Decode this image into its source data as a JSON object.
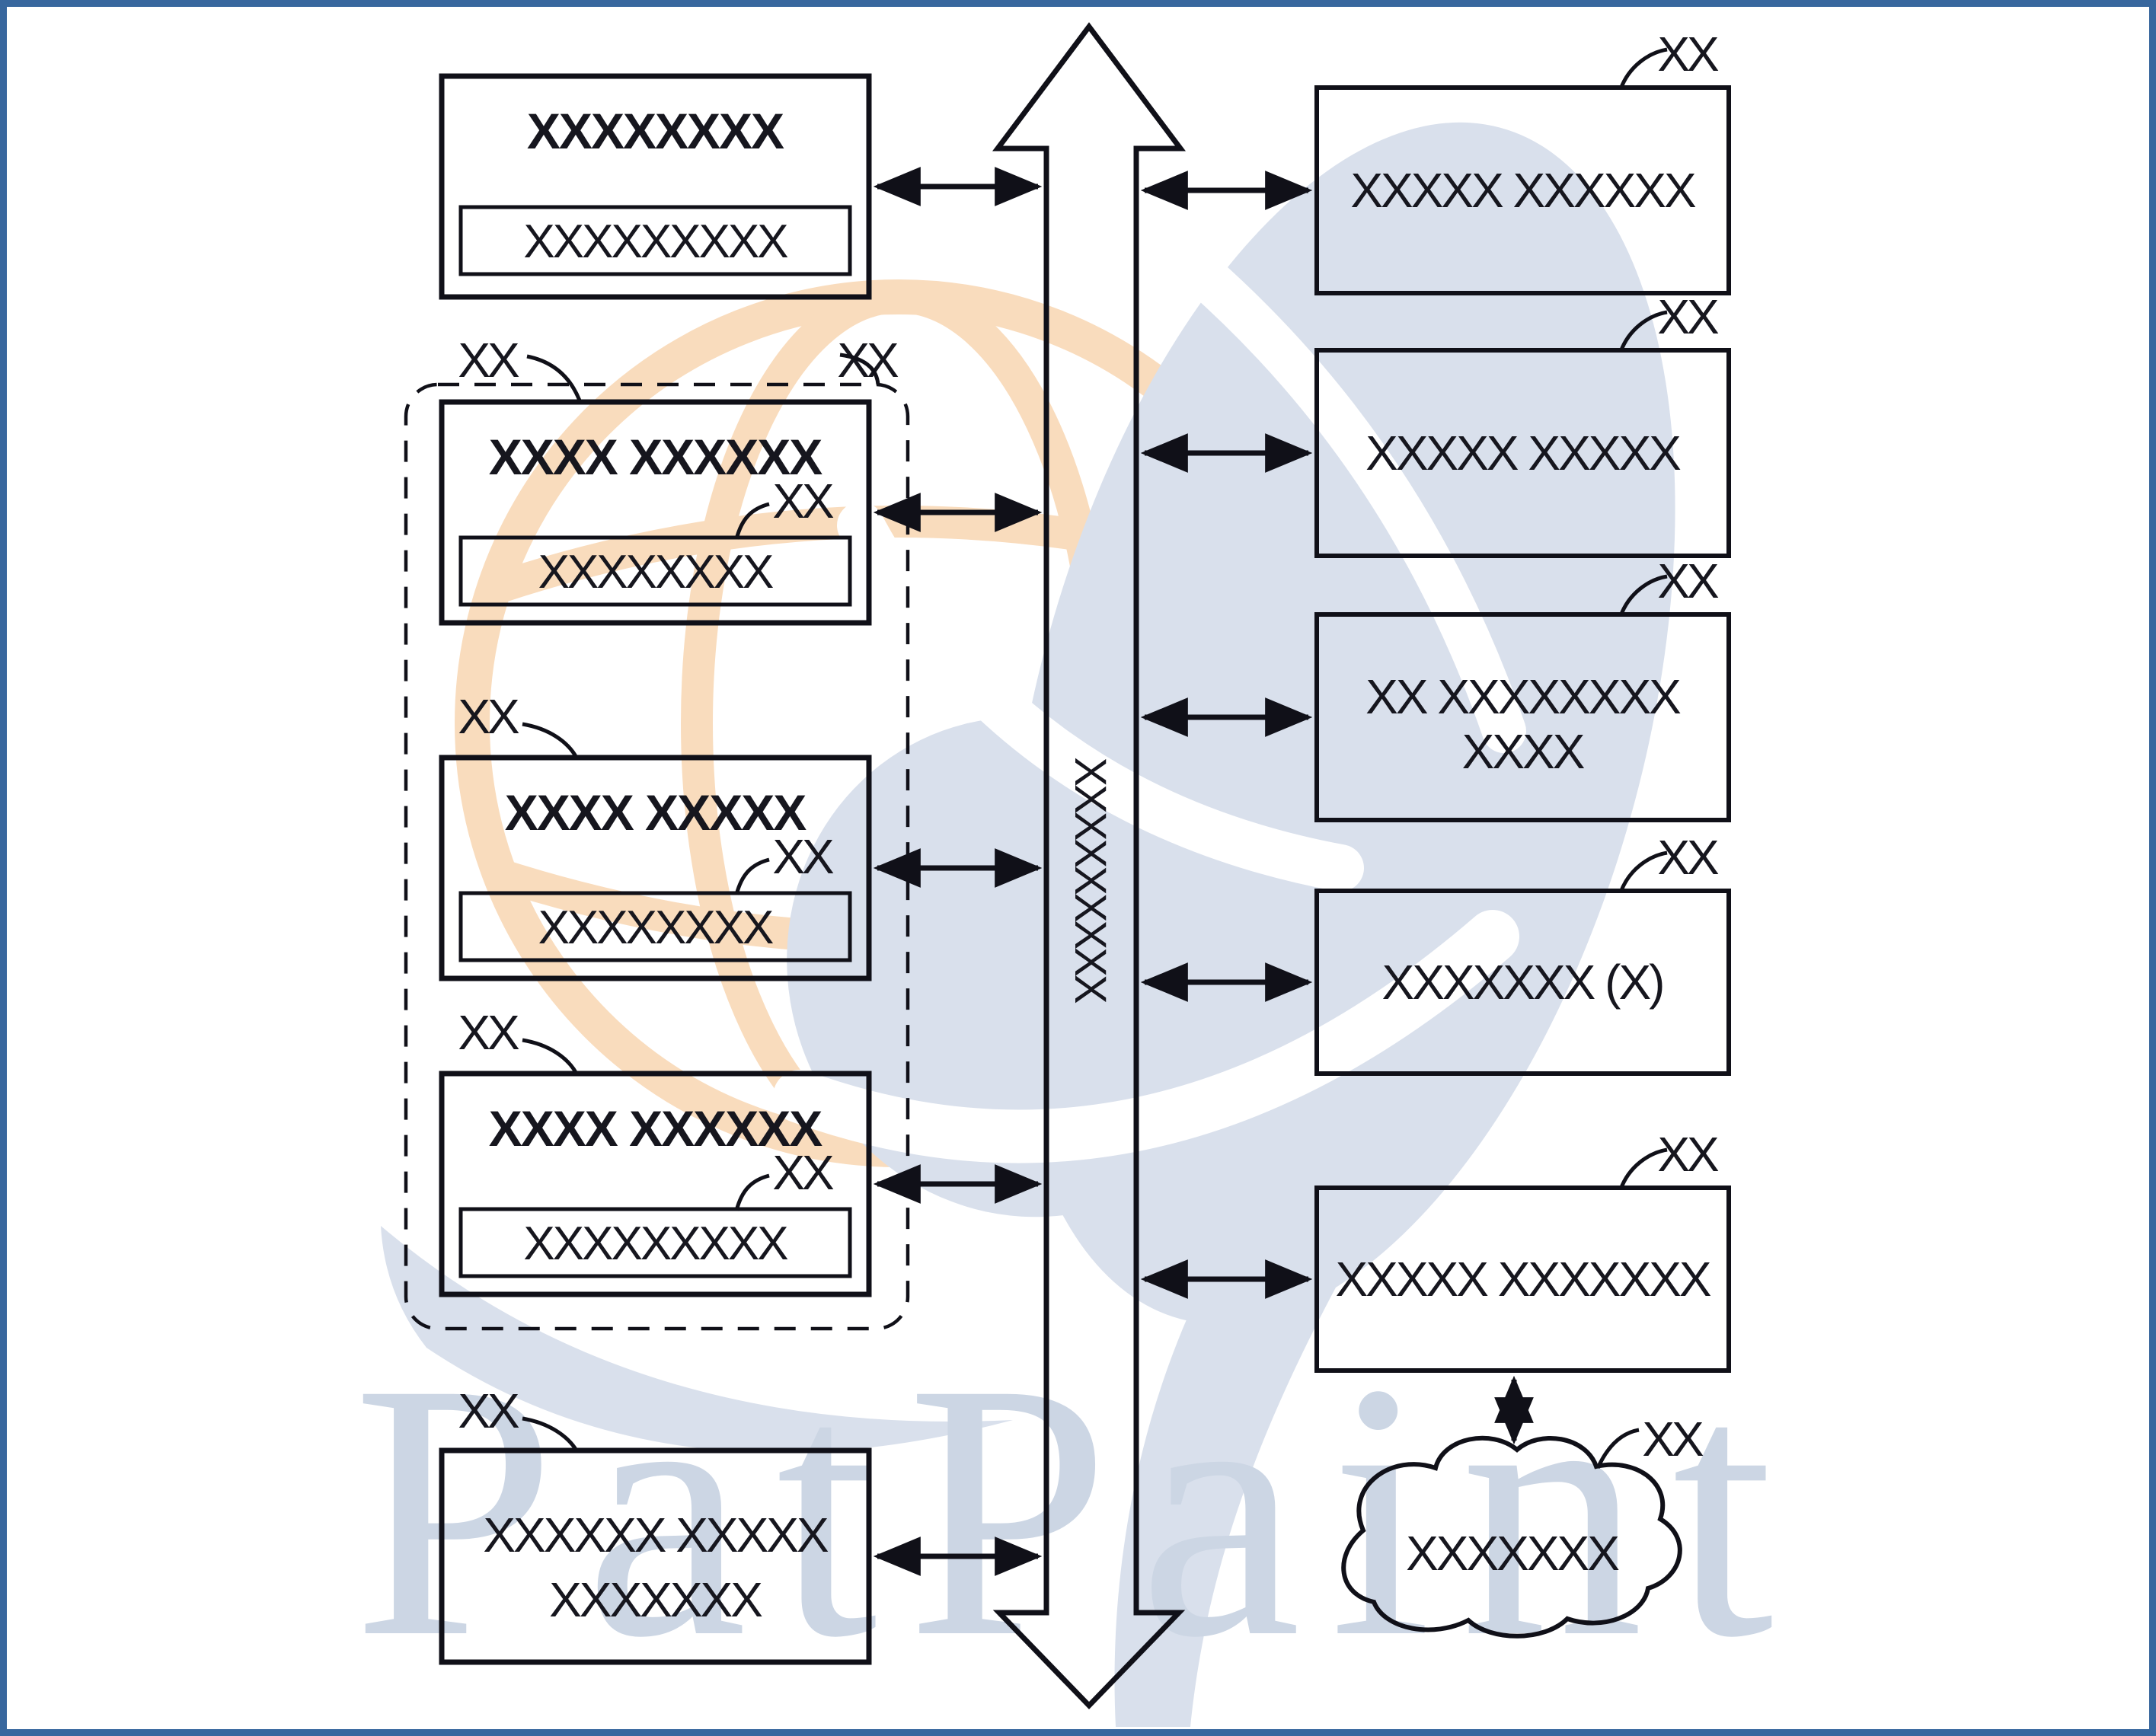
{
  "figure": {
    "watermark_text": "PatPaint",
    "bus_vertical_label": "XXXXXXXXX"
  },
  "left": {
    "top_box": {
      "title": "XXXXXXXX",
      "inner_text": "XXXXXXXXX"
    },
    "group_label_left": "XX",
    "group_label_right": "XX",
    "boxes": [
      {
        "title": "XXXX XXXXXX",
        "inner_text": "XXXXXXXX",
        "inner_label": "XX"
      },
      {
        "top_label": "XX",
        "title": "XXXX XXXXX",
        "inner_text": "XXXXXXXX",
        "inner_label": "XX"
      },
      {
        "top_label": "XX",
        "title": "XXXX XXXXXX",
        "inner_text": "XXXXXXXXX",
        "inner_label": "XX"
      }
    ],
    "bottom_box": {
      "top_label": "XX",
      "line1": "XXXXXX XXXXX",
      "line2": "XXXXXXX"
    }
  },
  "right": {
    "boxes": [
      {
        "label": "XX",
        "line1": "XXXXX XXXXXX"
      },
      {
        "label": "XX",
        "line1": "XXXXX XXXXX"
      },
      {
        "label": "XX",
        "line1": "XX XXXXXXXX",
        "line2": "XXXX"
      },
      {
        "label": "XX",
        "line1": "XXXXXXX (X)"
      },
      {
        "label": "XX",
        "line1": "XXXXX XXXXXXX"
      }
    ],
    "cloud": {
      "label": "XX",
      "text": "XXXXXXX"
    }
  }
}
